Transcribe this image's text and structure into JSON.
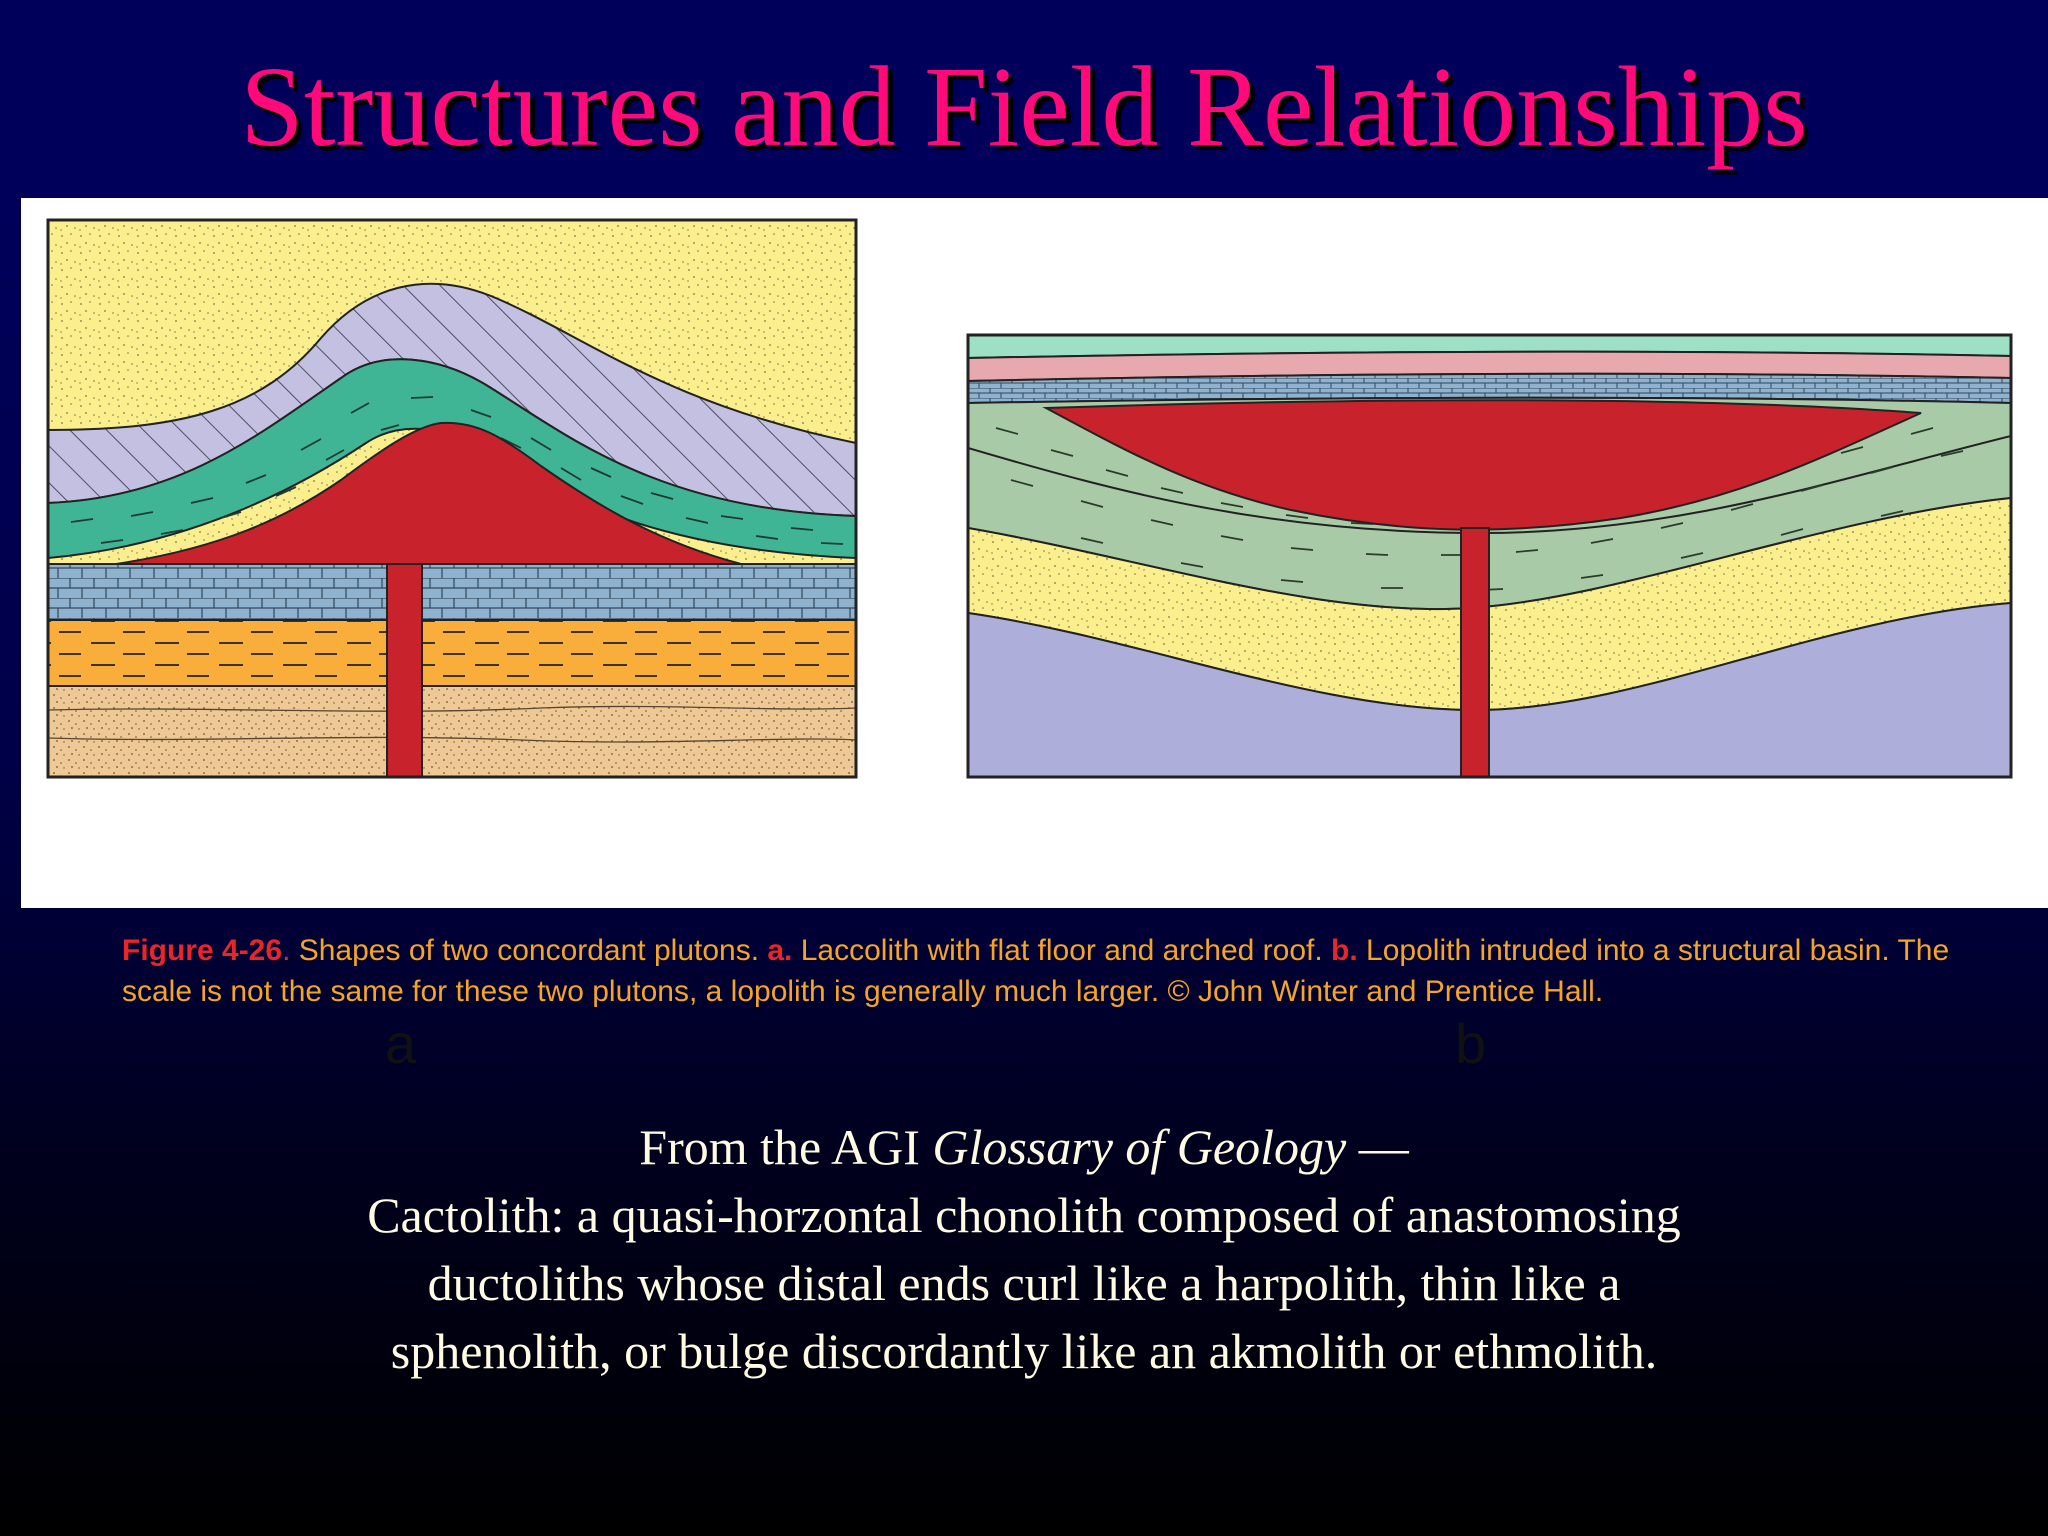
{
  "slide": {
    "title": "Structures and Field Relationships"
  },
  "figure": {
    "panel_a_label": "a",
    "panel_b_label": "b"
  },
  "caption": {
    "figure_number": "Figure 4-26",
    "sep1": ".",
    "text1": " Shapes of two concordant plutons. ",
    "label_a": "a.",
    "text_a": " Laccolith with flat floor and arched roof. ",
    "label_b": "b.",
    "text_b": " Lopolith intruded into a structural basin. The scale is not the same for these two plutons, a lopolith is generally much larger. © John Winter and Prentice Hall."
  },
  "definition": {
    "line1_prefix": "From the AGI ",
    "line1_italic": "Glossary of Geology",
    "line1_suffix": " —",
    "line2": "Cactolith: a quasi-horzontal chonolith composed of anastomosing",
    "line3": "ductoliths whose distal ends curl like a harpolith, thin like a",
    "line4": "sphenolith, or bulge discordantly like an akmolith or ethmolith."
  },
  "colors": {
    "title": "#ff0a78",
    "caption_highlight": "#e8262a",
    "caption_text": "#f5a524",
    "body_text": "#fffbe2",
    "pluton_red": "#c8232c",
    "sandstone_yellow": "#fbef8d",
    "hatched_lavender": "#c4c0e2",
    "shale_green": "#3fb595",
    "limestone_blue": "#8fb3cf",
    "orange_shale": "#f9ad3a",
    "tan_sandstone": "#eec895",
    "mint_layer": "#9ee0c6",
    "pink_layer": "#e8a9ae",
    "sage_shale": "#a8caa6",
    "basement_lavender": "#aeaedb"
  }
}
